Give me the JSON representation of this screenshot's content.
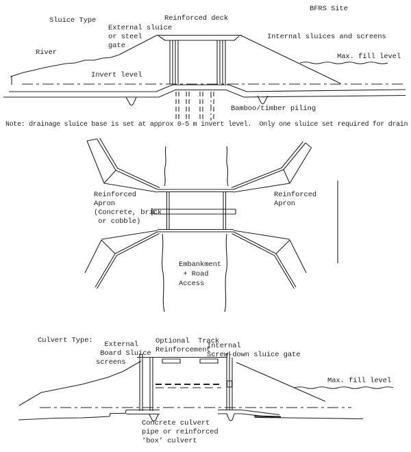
{
  "colors": {
    "ink": "#1f1f1f",
    "paper": "#ffffff"
  },
  "top_section": {
    "site": "BFRS Site",
    "title": "Sluice Type",
    "deck": "Reinforced deck",
    "external_gate": "External sluice\nor steel\ngate",
    "internal_sluices": "Internal sluices and screens",
    "river": "River",
    "max_fill": "Max. fill level",
    "invert": "Invert level",
    "piling": "Bamboo/timber piling",
    "note": "Note: drainage sluice base is set at approx 0-5 m invert level.  Only one sluice set required for drain"
  },
  "plan_section": {
    "apron_left": "Reinforced\nApron\n(Concrete, brick\n or cobble)",
    "apron_right": "Reinforced\nApron",
    "embankment": "Embankment\n + Road\nAccess"
  },
  "culvert_section": {
    "title": "Culvert Type:",
    "screens": "  External\n Board Sluice\nscreens",
    "track": "Optional  Track\nReinforcement",
    "gate": "Internal\nScrew-down sluice gate",
    "max_fill": "Max. fill level",
    "culvert": "Concrete culvert\npipe or reinforced\n'box' culvert"
  }
}
